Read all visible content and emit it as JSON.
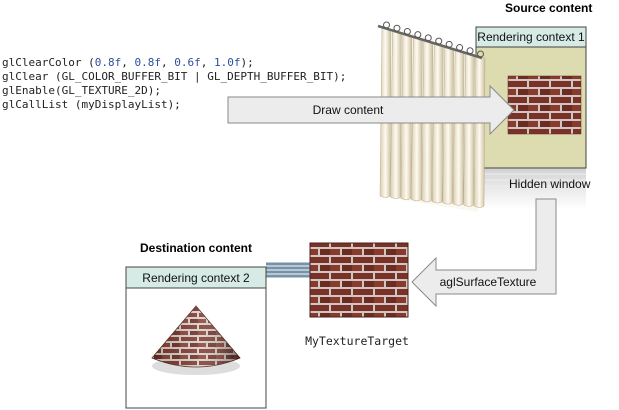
{
  "code_lines": [
    {
      "pre": "glClearColor (",
      "nums": [
        "0.8f",
        "0.8f",
        "0.6f",
        "1.0f"
      ],
      "post": ");"
    },
    {
      "text": "glClear (GL_COLOR_BUFFER_BIT | GL_DEPTH_BUFFER_BIT);"
    },
    {
      "text": "glEnable(GL_TEXTURE_2D);"
    },
    {
      "text": "glCallList (myDisplayList);"
    }
  ],
  "source_title": "Source content",
  "context1_label": "Rendering context 1",
  "draw_label": "Draw content",
  "hidden_label": "Hidden window",
  "agl_label": "aglSurfaceTexture",
  "texture_label": "MyTextureTarget",
  "dest_title": "Destination content",
  "context2_label": "Rendering context 2",
  "colors": {
    "context_header": "#d6ebe5",
    "context1_body": "#dcdcb0",
    "arrow_fill": "#ececec",
    "brick": "#7a3228",
    "mortar": "#cfc8c2"
  },
  "icons": [
    "curtain-icon",
    "brick-texture",
    "cone-icon"
  ]
}
